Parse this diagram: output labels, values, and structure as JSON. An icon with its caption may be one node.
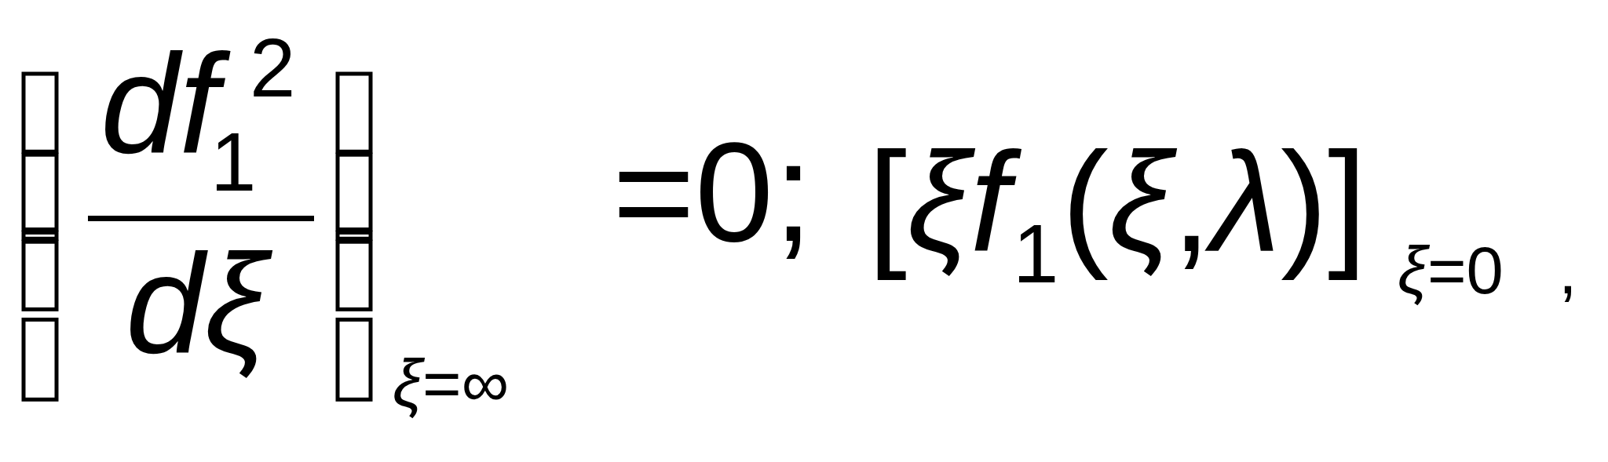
{
  "diagram": {
    "labels": [
      "*df*",
      "2",
      "1",
      "*dξ*",
      "*ξ*=∞",
      "=0;",
      "[*ξf*",
      "1",
      "(*ξ*,*λ*)]",
      "*ξ*=0",
      ","
    ]
  }
}
